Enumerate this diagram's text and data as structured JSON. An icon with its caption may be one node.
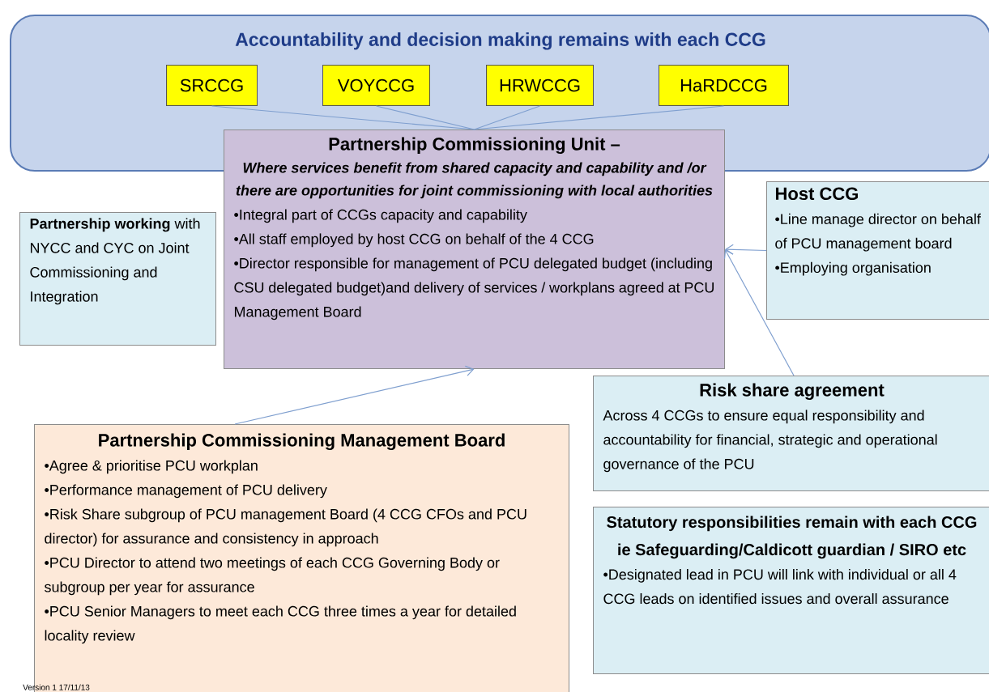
{
  "diagram": {
    "nodes": [
      {
        "text": [
          "Accountability and decision making remains with each CCG"
        ]
      },
      {
        "text": [
          "SRCCG"
        ],
        "in": 0
      },
      {
        "text": [
          "VOYCCG"
        ],
        "in": 0
      },
      {
        "text": [
          "HRWCCG"
        ],
        "in": 0
      },
      {
        "text": [
          "HaRDCCG"
        ],
        "in": 0
      },
      {
        "text": [
          "Partnership Commissioning Unit –",
          "Where services benefit from shared capacity and capability and /or there are opportunities for joint commissioning with local authorities",
          "•Integral part of CCGs capacity and capability",
          "•All staff employed by host CCG on behalf of the 4 CCG",
          "•Director responsible for management of PCU delegated budget (including CSU delegated budget)and delivery of services / workplans agreed at PCU Management Board"
        ]
      },
      {
        "text": [
          "**Partnership working** with NYCC and CYC on Joint Commissioning and Integration"
        ]
      },
      {
        "text": [
          "Host CCG",
          "•Line manage director on behalf of PCU management board",
          "•Employing organisation"
        ]
      },
      {
        "text": [
          "Risk share agreement",
          "Across 4 CCGs to ensure equal responsibility and accountability for financial, strategic and operational governance of the PCU"
        ]
      },
      {
        "text": [
          "Partnership Commissioning Management Board",
          "•Agree & prioritise PCU workplan",
          "•Performance management of PCU delivery",
          "•Risk Share subgroup of PCU management Board (4 CCG CFOs and PCU director) for assurance and consistency in approach",
          "•PCU Director to attend two meetings of each CCG Governing Body or subgroup per year for assurance",
          "•PCU Senior Managers to meet each CCG three times a year for detailed locality review"
        ]
      },
      {
        "text": [
          "Statutory responsibilities remain with each CCG ie Safeguarding/Caldicott guardian / SIRO etc",
          "•Designated lead in PCU will link with individual or all 4 CCG leads on identified issues and overall assurance"
        ]
      }
    ],
    "edges": [
      {
        "from": 1,
        "to": 5,
        "arrow": "none"
      },
      {
        "from": 2,
        "to": 5,
        "arrow": "none"
      },
      {
        "from": 3,
        "to": 5,
        "arrow": "none"
      },
      {
        "from": 4,
        "to": 5,
        "arrow": "none"
      },
      {
        "from": 9,
        "to": 5,
        "arrow": "to"
      },
      {
        "from": 8,
        "to": 5,
        "arrow": "to"
      },
      {
        "from": 7,
        "to": 5,
        "arrow": "to"
      }
    ],
    "labels": [
      "Version 1 17/11/13"
    ]
  }
}
